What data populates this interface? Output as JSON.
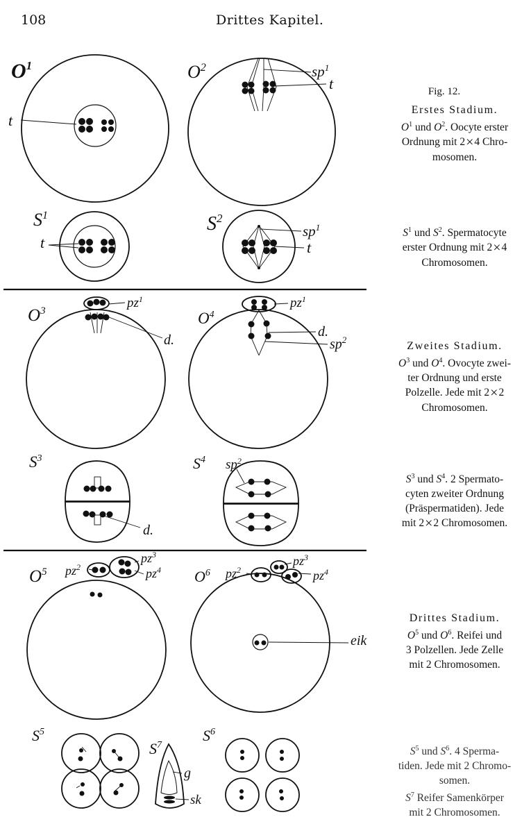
{
  "header": {
    "page_number": "108",
    "running_title": "Drittes Kapitel."
  },
  "labels": {
    "O1": "O1",
    "O2": "O2",
    "O3": "O3",
    "O4": "O4",
    "O5": "O5",
    "O6": "O6",
    "S1": "S1",
    "S2": "S2",
    "S3": "S3",
    "S4": "S4",
    "S5": "S5",
    "S6": "S6",
    "S7": "S7",
    "t": "t",
    "sp1": "sp1",
    "sp2": "sp2",
    "pz1": "pz1",
    "pz2": "pz2",
    "pz3": "pz3",
    "pz4": "pz4",
    "d": "d.",
    "eik": "eik",
    "g": "g",
    "sk": "sk"
  },
  "captions": {
    "fig": "Fig. 12.",
    "stage1_head": "Erstes Stadium.",
    "o12_a": "O",
    "o12_b": "und",
    "o12_line1_end": ". Oocyte erster",
    "o12_line2": "Ordnung mit 2",
    "o12_line2_end": "4 Chro-",
    "o12_line3": "mosomen.",
    "s12_line1": "und",
    "s12_line1_end": ". Spermatocyte",
    "s12_line2": "erster Ordnung mit 2",
    "s12_line2_end": "4",
    "s12_line3": "Chromosomen.",
    "stage2_head": "Zweites Stadium.",
    "o34_line1": "und",
    "o34_line1_end": ". Ovocyte zwei-",
    "o34_line2": "ter Ordnung und erste",
    "o34_line3": "Polzelle. Jede mit 2",
    "o34_line3_end": "2",
    "o34_line4": "Chromosomen.",
    "s34_line1": "und",
    "s34_line1_end": ". 2 Spermato-",
    "s34_line2": "cyten zweiter Ordnung",
    "s34_line3": "(Präspermatiden). Jede",
    "s34_line4": "mit 2",
    "s34_line4_end": "2 Chromosomen.",
    "stage3_head": "Drittes Stadium.",
    "o56_line1": "und",
    "o56_line1_end": ". Reifei und",
    "o56_line2": "3 Polzellen. Jede Zelle",
    "o56_line3": "mit 2 Chromosomen.",
    "s567_line1": "und",
    "s567_line1_end": ". 4 Sperma-",
    "s567_line2": "tiden. Jede mit 2 Chromo-",
    "s567_line3": "somen.",
    "s567_line4": "Reifer Samenkörper",
    "s567_line5": "mit 2 Chromosomen."
  }
}
